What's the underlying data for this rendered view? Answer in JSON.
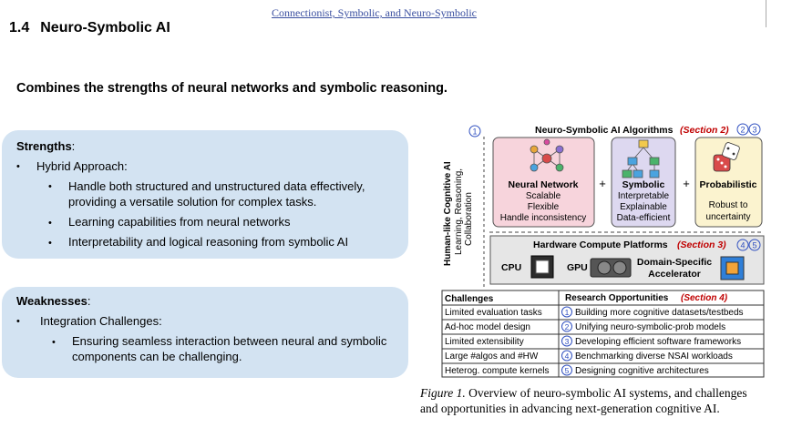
{
  "header_link": "Connectionist, Symbolic, and Neuro-Symbolic",
  "section_number": "1.4",
  "section_title": "Neuro-Symbolic AI",
  "subtitle": "Combines the strengths of neural networks and symbolic reasoning.",
  "strengths": {
    "heading": "Strengths",
    "item": "Hybrid Approach:",
    "subitems": [
      "Handle both structured and unstructured data effectively,",
      "providing a versatile solution for complex tasks.",
      "Learning capabilities from neural networks",
      "Interpretability and logical reasoning from symbolic AI"
    ]
  },
  "weaknesses": {
    "heading": "Weaknesses",
    "item": "Integration Challenges:",
    "subitems": [
      "Ensuring seamless interaction between neural and symbolic",
      "components can be challenging."
    ]
  },
  "figure": {
    "side_label_1": "Human-like Cognitive AI",
    "side_label_2": "Learning, Reasoning,",
    "side_label_3": "Collaboration",
    "algorithms_title": "Neuro-Symbolic AI Algorithms",
    "algorithms_section": "(Section 2)",
    "marker_1": "1",
    "marker_2": "2",
    "marker_3": "3",
    "marker_4": "4",
    "marker_5": "5",
    "neural": {
      "title": "Neural Network",
      "lines": [
        "Scalable",
        "Flexible",
        "Handle inconsistency"
      ]
    },
    "symbolic": {
      "title": "Symbolic",
      "lines": [
        "Interpretable",
        "Explainable",
        "Data-efficient"
      ]
    },
    "probabilistic": {
      "title": "Probabilistic",
      "lines": [
        "Robust to",
        "uncertainty"
      ]
    },
    "plus": "+",
    "hardware_title": "Hardware Compute Platforms",
    "hardware_section": "(Section 3)",
    "cpu": "CPU",
    "gpu": "GPU",
    "accel_1": "Domain-Specific",
    "accel_2": "Accelerator",
    "table": {
      "col1": "Challenges",
      "col2": "Research Opportunities",
      "col2_section": "(Section 4)",
      "rows": [
        [
          "Limited evaluation tasks",
          "1",
          "Building more cognitive datasets/testbeds"
        ],
        [
          "Ad-hoc model design",
          "2",
          "Unifying neuro-symbolic-prob models"
        ],
        [
          "Limited extensibility",
          "3",
          "Developing efficient software frameworks"
        ],
        [
          "Large #algos and #HW",
          "4",
          "Benchmarking diverse NSAI workloads"
        ],
        [
          "Heterog. compute kernels",
          "5",
          "Designing cognitive architectures"
        ]
      ]
    },
    "caption_label": "Figure 1.",
    "caption_text_1": "Overview of neuro-symbolic AI systems, and challenges",
    "caption_text_2": "and opportunities in advancing next-generation cognitive AI.",
    "colors": {
      "neural_bg": "#f7d4dc",
      "symbolic_bg": "#ddd8f0",
      "prob_bg": "#fbf3cf",
      "accent_red": "#c00000",
      "marker_blue": "#3050c0"
    }
  }
}
